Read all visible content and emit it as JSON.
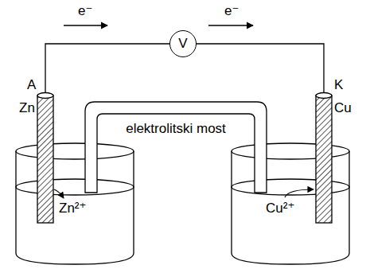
{
  "diagram": {
    "nodes": [
      {
        "text": [
          "V"
        ]
      }
    ],
    "labels": [
      "e⁻",
      "e⁻",
      "A",
      "Zn",
      "K",
      "Cu",
      "elektrolitski most",
      "Zn²⁺",
      "Cu²⁺"
    ]
  }
}
